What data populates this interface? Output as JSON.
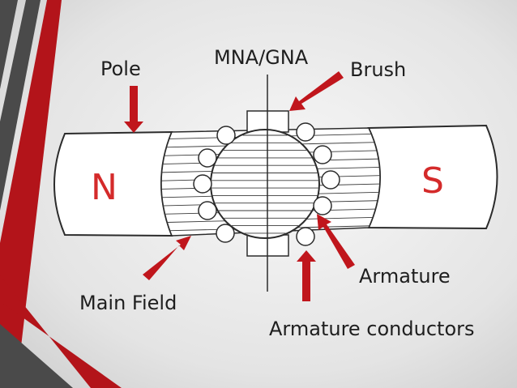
{
  "diagram": {
    "labels": {
      "pole": "Pole",
      "axis": "MNA/GNA",
      "brush": "Brush",
      "north": "N",
      "south": "S",
      "armature": "Armature",
      "main_field": "Main Field",
      "armature_conductors": "Armature conductors"
    },
    "colors": {
      "arrow": "#c0161c",
      "pole_letter": "#d42a2a",
      "stripe_dark": "#4a4a4a",
      "stripe_red": "#b3141a",
      "background_light": "#f6f6f6",
      "background_dark": "#c9c9c9",
      "outline": "#2b2b2b"
    }
  }
}
